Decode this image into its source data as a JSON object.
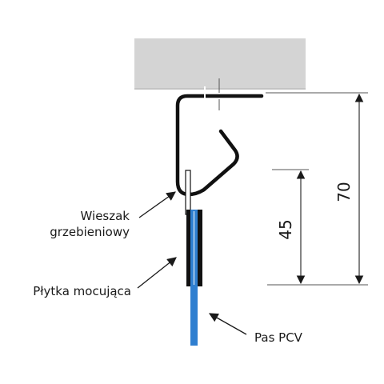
{
  "labels": {
    "hanger_line1": "Wieszak",
    "hanger_line2": "grzebieniowy",
    "plate": "Płytka mocująca",
    "strip": "Pas PCV"
  },
  "dimensions": {
    "total": "70",
    "inner": "45"
  },
  "colors": {
    "ceiling": "#d4d4d4",
    "ceiling_edge": "#c3c3c3",
    "metal": "#111111",
    "pvc_strip": "#2f7fd0",
    "dimension_line": "#333333"
  }
}
